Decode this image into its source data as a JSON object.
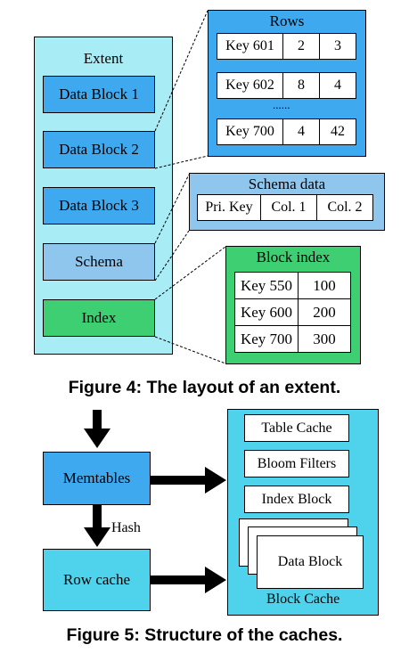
{
  "figure4": {
    "extent_label": "Extent",
    "blocks": [
      "Data Block 1",
      "Data Block 2",
      "Data Block 3"
    ],
    "schema_label": "Schema",
    "index_label": "Index",
    "rows": {
      "title": "Rows",
      "records": [
        {
          "key": "Key 601",
          "c1": "2",
          "c2": "3"
        },
        {
          "key": "Key 602",
          "c1": "8",
          "c2": "4"
        },
        {
          "key": "Key 700",
          "c1": "4",
          "c2": "42"
        }
      ],
      "ellipsis": "......"
    },
    "schema_data": {
      "title": "Schema data",
      "columns": [
        "Pri. Key",
        "Col. 1",
        "Col. 2"
      ]
    },
    "block_index": {
      "title": "Block index",
      "entries": [
        {
          "key": "Key 550",
          "val": "100"
        },
        {
          "key": "Key 600",
          "val": "200"
        },
        {
          "key": "Key 700",
          "val": "300"
        }
      ]
    },
    "caption": "Figure 4: The layout of an extent."
  },
  "figure5": {
    "memtables_label": "Memtables",
    "hash_label": "Hash",
    "row_cache_label": "Row cache",
    "block_cache": {
      "label": "Block Cache",
      "items": [
        "Table Cache",
        "Bloom Filters",
        "Index Block"
      ],
      "data_block_label": "Data Block"
    },
    "caption": "Figure 5: Structure of the caches."
  },
  "colors": {
    "extent_bg": "#a8ecf5",
    "block_blue": "#3fa9f0",
    "schema_light": "#8ec6ee",
    "index_green": "#3ecf73",
    "cache_cyan": "#4fd2ec"
  }
}
